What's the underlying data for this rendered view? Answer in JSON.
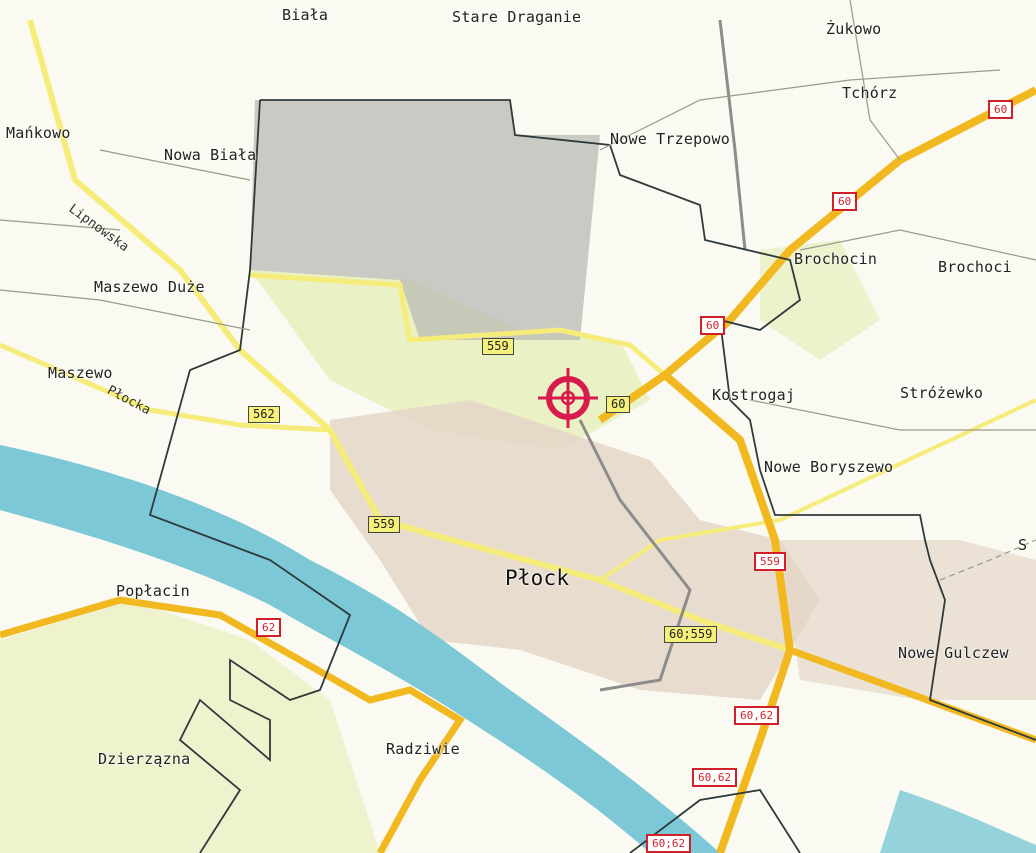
{
  "map": {
    "colors": {
      "water": "#7cc8d6",
      "national_road": "#f2b820",
      "regional_road": "#f6ec7a",
      "urban": "#e4d6c8",
      "industrial": "#b9b9b4",
      "boundary": "#2f3a3c",
      "marker": "#d81b4c",
      "land": "#fafaf2",
      "green": "#e3ecb0"
    },
    "places": {
      "biala": "Biała",
      "stare_draganie": "Stare Draganie",
      "zukowo": "Żukowo",
      "tchorz": "Tchórz",
      "mankowo": "Mańkowo",
      "nowa_biala": "Nowa Biała",
      "nowe_trzepowo": "Nowe Trzepowo",
      "brochocin": "Brochocin",
      "brochocin_edge": "Brochoci",
      "maszewo_duze": "Maszewo Duże",
      "maszewo": "Maszewo",
      "kostrogaj": "Kostrogaj",
      "strozewko": "Stróżewko",
      "nowe_boryszewo": "Nowe Boryszewo",
      "plock": "Płock",
      "poplacin": "Popłacin",
      "nowe_gulczewo": "Nowe Gulczew",
      "dzierzazna": "Dzierzązna",
      "radziwie": "Radziwie",
      "edge_s": "S"
    },
    "streets": {
      "lipnowska": "Lipnowska",
      "plocka": "Płocka"
    },
    "road_labels": {
      "r60_ne": "60",
      "r60_n": "60",
      "r60_mid": "60",
      "r60_yellow": "60",
      "r559_n": "559",
      "r562": "562",
      "r559_w": "559",
      "r559_e": "559",
      "r60_559": "60;559",
      "r62": "62",
      "r60_62_a": "60,62",
      "r60_62_b": "60,62",
      "r60_62_c": "60;62"
    },
    "marker_icon": "crosshair-target-icon"
  }
}
